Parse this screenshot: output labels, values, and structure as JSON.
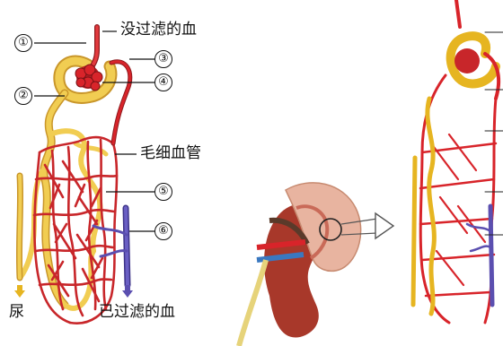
{
  "labels": {
    "unfiltered_blood": "没过滤的血",
    "capillaries": "毛细血管",
    "urine": "尿",
    "filtered_blood": "已过滤的血"
  },
  "markers": [
    "①",
    "②",
    "③",
    "④",
    "⑤",
    "⑥"
  ],
  "colors": {
    "artery": "#d8242a",
    "artery_dark": "#8e1a1e",
    "tubule": "#f1cd52",
    "tubule_dark": "#c9962a",
    "vein": "#5b4fb0",
    "kidney": "#a8382a"
  }
}
